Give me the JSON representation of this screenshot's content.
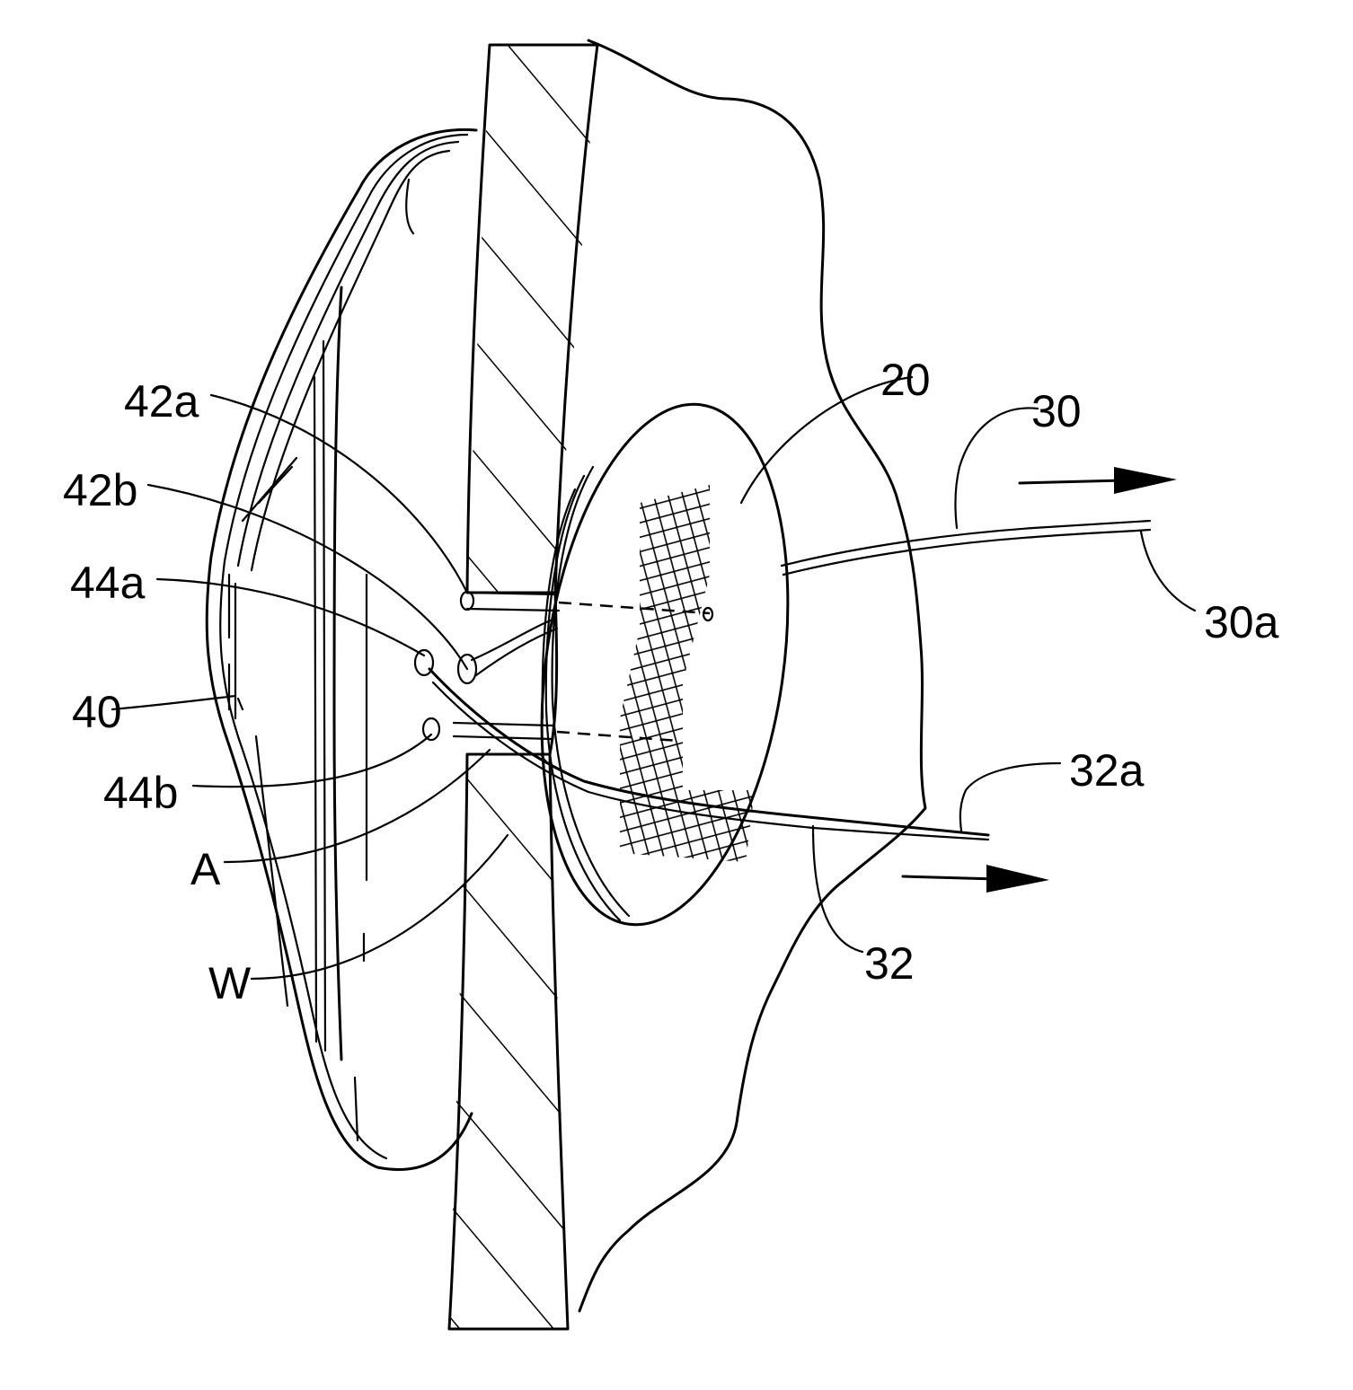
{
  "figure": {
    "colors": {
      "line": "#000000",
      "background": "#ffffff"
    },
    "labels": {
      "label_20": "20",
      "label_30": "30",
      "label_30a": "30a",
      "label_32": "32",
      "label_32a": "32a",
      "label_40": "40",
      "label_42a": "42a",
      "label_42b": "42b",
      "label_44a": "44a",
      "label_44b": "44b",
      "label_A": "A",
      "label_W": "W"
    }
  }
}
